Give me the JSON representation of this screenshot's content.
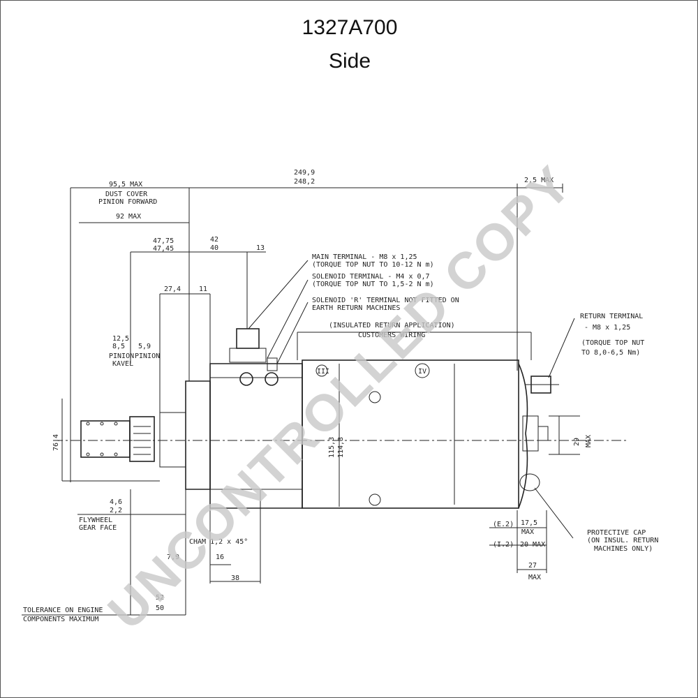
{
  "title": "1327A700",
  "subtitle": "Side",
  "watermark": "UNCONTROLLED COPY",
  "labels": {
    "overall_length_max": "249,9",
    "overall_length_min": "248,2",
    "dust_cover_dim": "95,5 MAX",
    "dust_cover_line1": "DUST COVER",
    "dust_cover_line2": "PINION FORWARD",
    "dim_92": "92 MAX",
    "dim_2_5": "2,5 MAX",
    "dim_47_75": "47,75",
    "dim_47_45": "47,45",
    "dim_42": "42",
    "dim_40": "40",
    "dim_13": "13",
    "dim_27_4": "27,4",
    "dim_11": "11",
    "main_terminal_1": "MAIN TERMINAL - M8 x 1,25",
    "main_terminal_2": "(TORQUE TOP NUT TO 10-12 N m)",
    "solenoid_terminal_1": "SOLENOID TERMINAL - M4 x 0,7",
    "solenoid_terminal_2": "(TORQUE TOP NUT TO 1,5-2 N m)",
    "solenoid_r_1": "SOLENOID 'R' TERMINAL NOT FITTED ON",
    "solenoid_r_2": "EARTH RETURN MACHINES",
    "insulated_1": "(INSULATED RETURN APPLICATION)",
    "insulated_2": "CUSTOMERS WIRING",
    "return_terminal_1": "RETURN TERMINAL",
    "return_terminal_2": "- M8 x 1,25",
    "return_terminal_3": "(TORQUE TOP NUT",
    "return_terminal_4": "TO 8,0-6,5 Nm)",
    "dim_12_5": "12,5",
    "dim_8_5": "8,5",
    "dim_5_9": "5,9",
    "pinion_kavel_1": "PINION",
    "pinion_kavel_2": "KAVEL",
    "pinion_label": "PINION",
    "dim_76_4": "76,4",
    "dim_115_3": "115,3",
    "dim_114_3": "114,3",
    "dim_29": "29",
    "dim_29_max": "MAX",
    "dim_4_6": "4,6",
    "dim_2_2": "2,2",
    "flywheel_1": "FLYWHEEL",
    "flywheel_2": "GEAR FACE",
    "chamfer": "CHAM 1,2 x 45°",
    "dim_7_9": "7,9",
    "dim_16": "16",
    "dim_38": "38",
    "dim_52": "52",
    "dim_50": "50",
    "tolerance_1": "TOLERANCE ON ENGINE",
    "tolerance_2": "COMPONENTS MAXIMUM",
    "e2": "(E.2)",
    "e2_dim": "17,5",
    "e2_max": "MAX",
    "i2": "(I.2)",
    "i2_dim": "20 MAX",
    "dim_27": "27",
    "dim_27_max": "MAX",
    "protective_1": "PROTECTIVE CAP",
    "protective_2": "(ON INSUL. RETURN",
    "protective_3": "MACHINES ONLY)",
    "mark_iv": "IV",
    "mark_iii": "III"
  }
}
